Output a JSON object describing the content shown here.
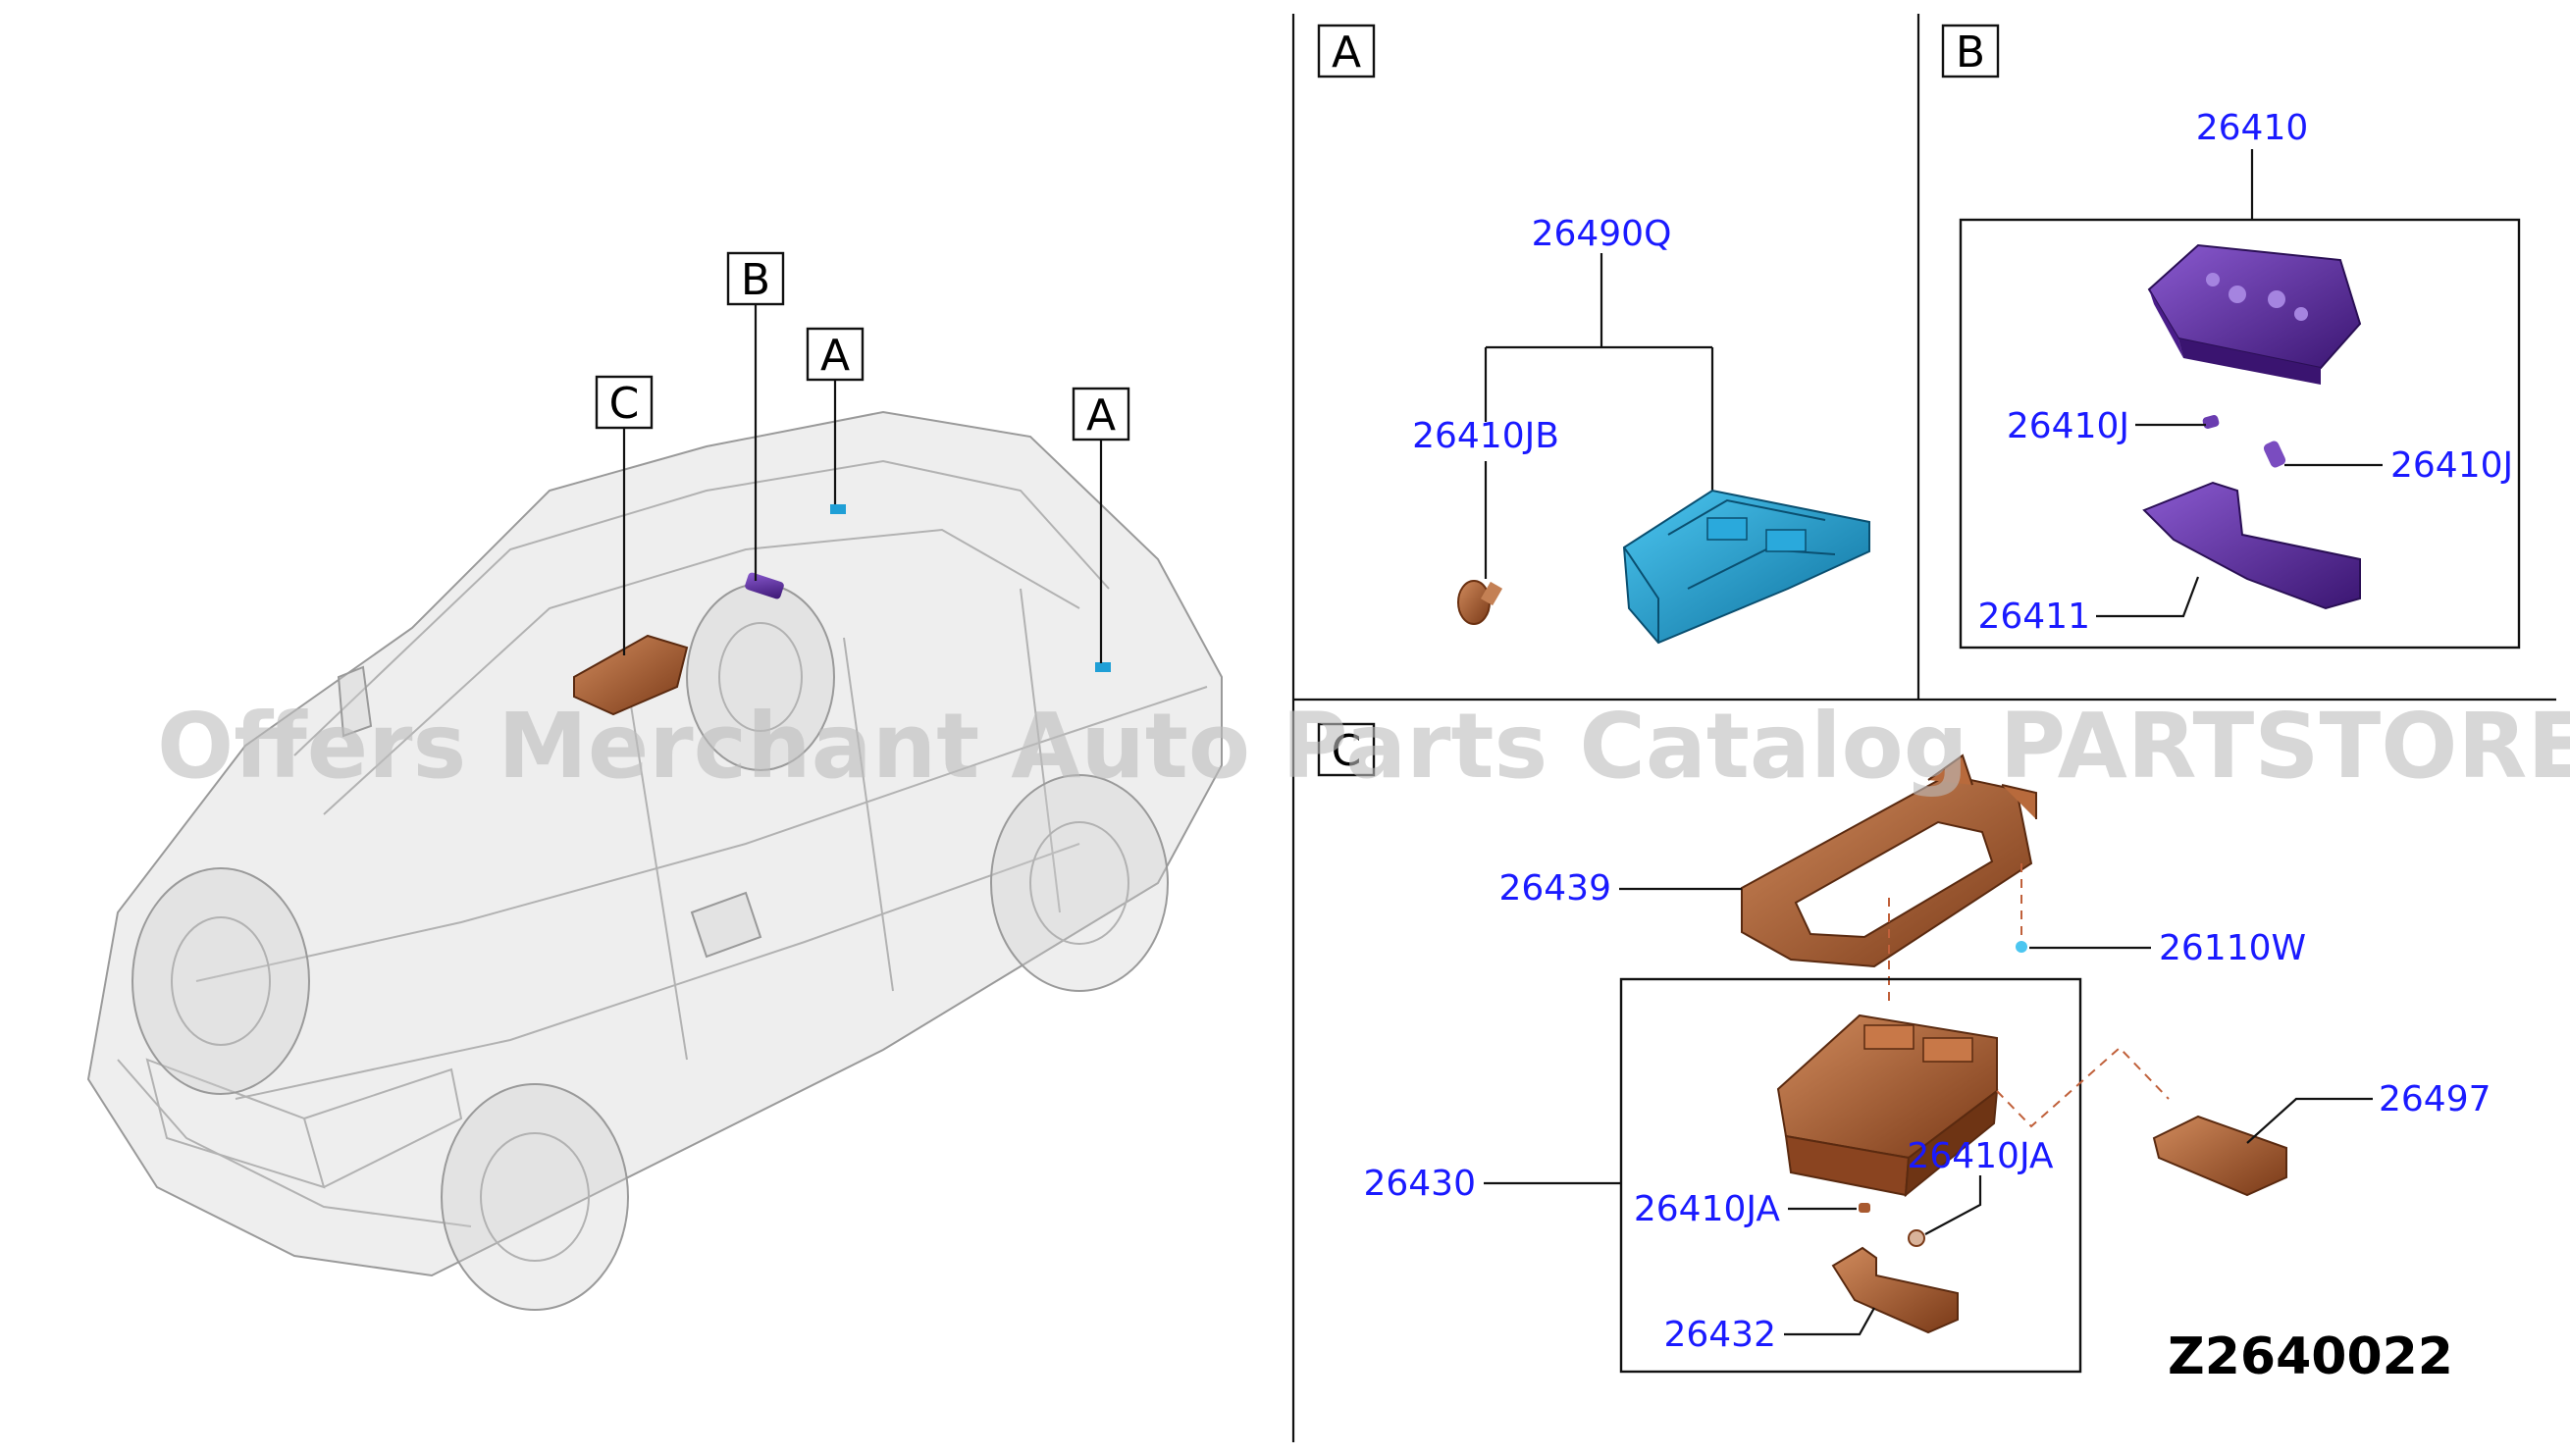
{
  "diagram_code": "Z2640022",
  "watermark": "Offers Merchant Auto Parts Catalog PARTSTORE.SA",
  "sections": {
    "A": "A",
    "B": "B",
    "C": "C"
  },
  "car_labels": [
    "C",
    "B",
    "A",
    "A"
  ],
  "parts": {
    "a_assembly": "26490Q",
    "a_bulb": "26410JB",
    "b_assembly": "26410",
    "b_bulb_left": "26410J",
    "b_bulb_right": "26410J",
    "b_lens": "26411",
    "c_bracket": "26439",
    "c_clip": "26110W",
    "c_lamp": "26497",
    "c_assembly": "26430",
    "c_bulb_left": "26410JA",
    "c_bulb_right": "26410JA",
    "c_lens": "26432"
  },
  "colors": {
    "part_a": "#1f9fd6",
    "part_b": "#5b2a9e",
    "part_c": "#a8592f",
    "label_text": "#1a1aff"
  }
}
